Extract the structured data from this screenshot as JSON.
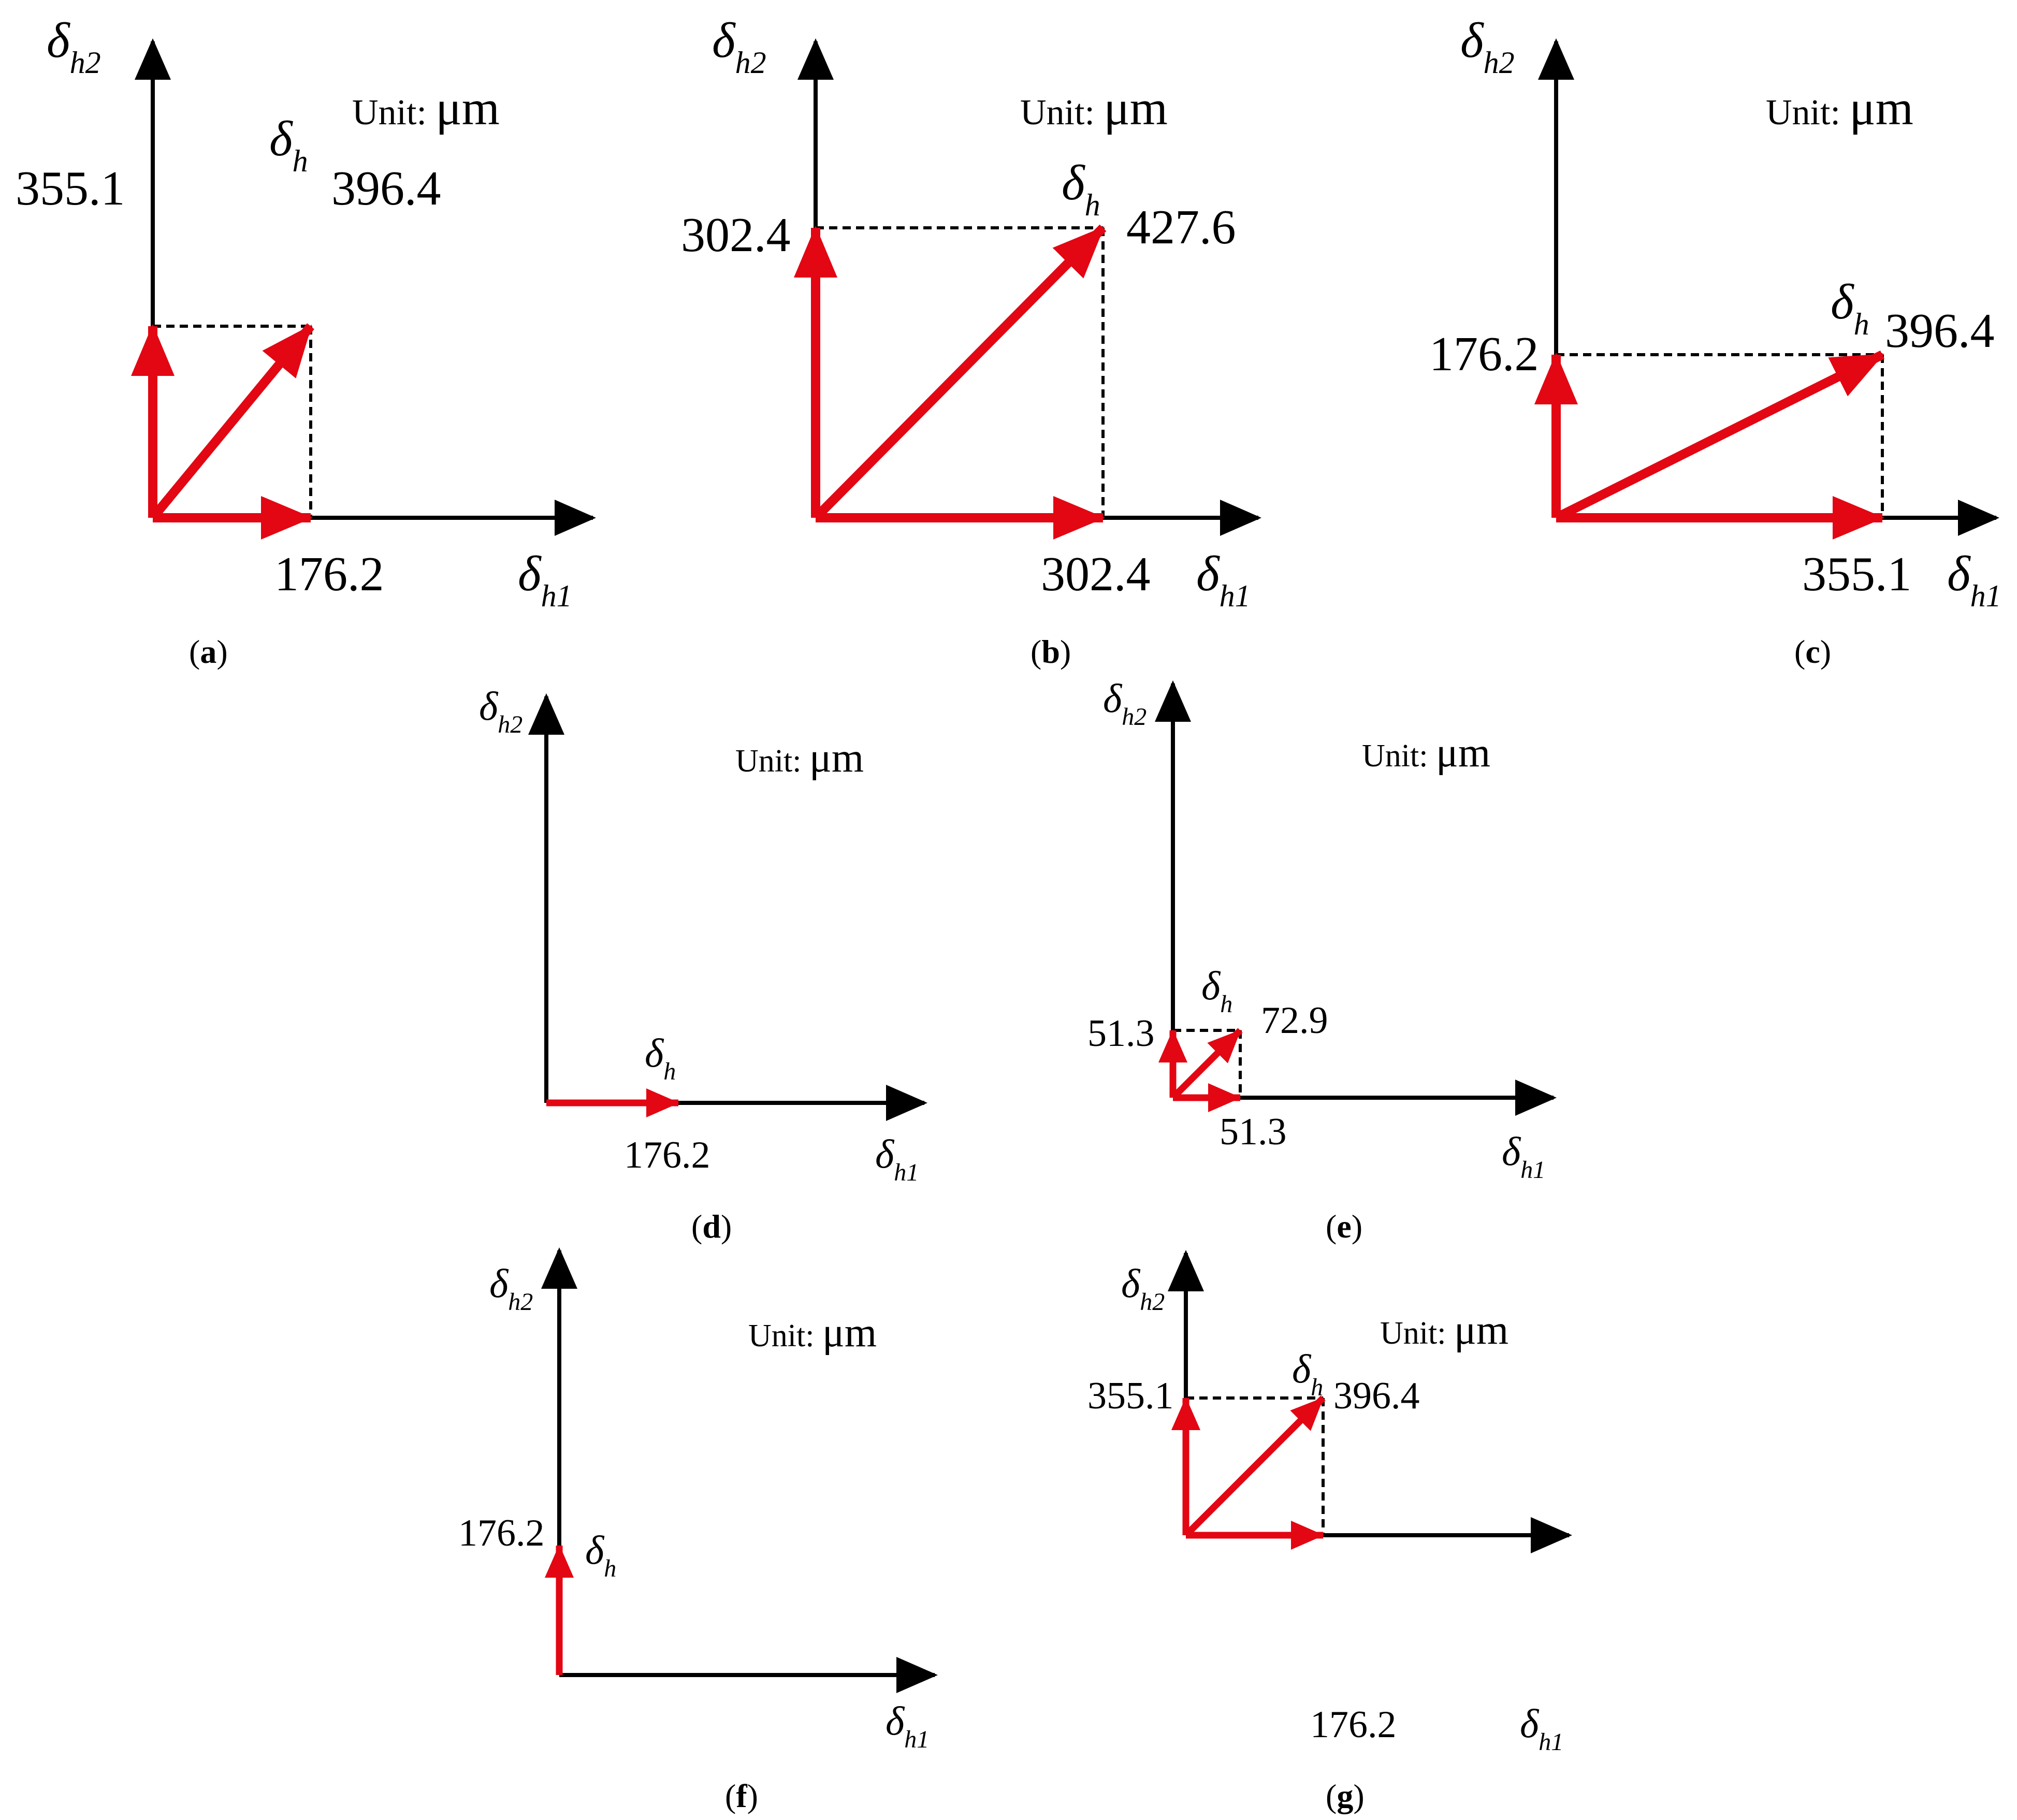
{
  "colors": {
    "vector": "#e30613",
    "axis": "#000000",
    "guide": "#000000"
  },
  "symbols": {
    "main": "δ",
    "sub_h": "h",
    "sub_h1": "h1",
    "sub_h2": "h2"
  },
  "unit": {
    "label": "Unit:",
    "value": "μm"
  },
  "panels": [
    {
      "id": "a",
      "letter": "a",
      "resultant_value": "396.4",
      "x_value": "176.2",
      "y_value": "355.1",
      "x_component": 176.2,
      "y_component": 355.1,
      "resultant_magnitude": 396.4
    },
    {
      "id": "b",
      "letter": "b",
      "resultant_value": "427.6",
      "x_value": "302.4",
      "y_value": "302.4",
      "x_component": 302.4,
      "y_component": 302.4,
      "resultant_magnitude": 427.6
    },
    {
      "id": "c",
      "letter": "c",
      "resultant_value": "396.4",
      "x_value": "355.1",
      "y_value": "176.2",
      "x_component": 355.1,
      "y_component": 176.2,
      "resultant_magnitude": 396.4
    },
    {
      "id": "d",
      "letter": "d",
      "resultant_value": "",
      "x_value": "176.2",
      "y_value": "",
      "x_component": 176.2,
      "y_component": 0,
      "resultant_magnitude": 176.2
    },
    {
      "id": "e",
      "letter": "e",
      "resultant_value": "72.9",
      "x_value": "51.3",
      "y_value": "51.3",
      "x_component": 51.3,
      "y_component": 51.3,
      "resultant_magnitude": 72.9
    },
    {
      "id": "f",
      "letter": "f",
      "resultant_value": "",
      "x_value": "",
      "y_value": "176.2",
      "x_component": 0,
      "y_component": 176.2,
      "resultant_magnitude": 176.2
    },
    {
      "id": "g",
      "letter": "g",
      "resultant_value": "396.4",
      "x_value": "176.2",
      "y_value": "355.1",
      "x_component": 176.2,
      "y_component": 355.1,
      "resultant_magnitude": 396.4
    }
  ]
}
